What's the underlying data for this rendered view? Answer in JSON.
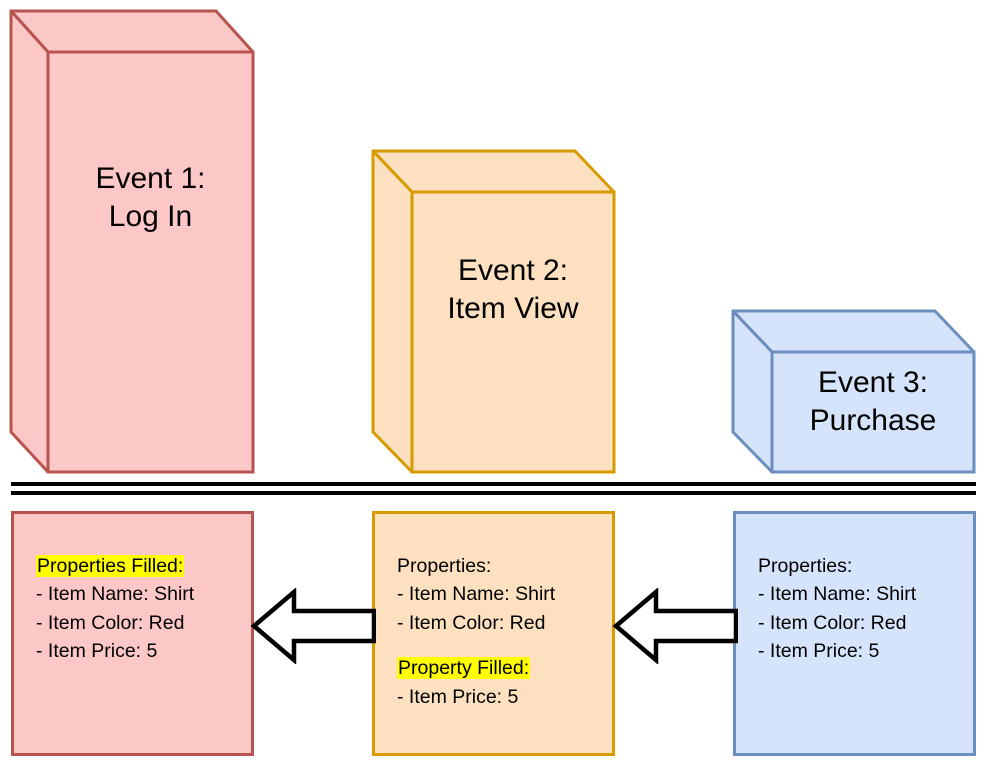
{
  "diagram": {
    "title_colors": {
      "pink_fill": "#fcc7c7",
      "pink_stroke": "#b85450",
      "orange_fill": "#fde0bf",
      "orange_stroke": "#d79b00",
      "blue_fill": "#d5e4fa",
      "blue_stroke": "#6c8ebf",
      "highlight": "#ffff00",
      "line": "#000000"
    },
    "events": [
      {
        "id": "event-1",
        "label": "Event 1:\nLog In",
        "line1": "Event 1:",
        "line2": "Log In",
        "color": "pink"
      },
      {
        "id": "event-2",
        "label": "Event 2:\nItem View",
        "line1": "Event 2:",
        "line2": "Item View",
        "color": "orange"
      },
      {
        "id": "event-3",
        "label": "Event 3:\nPurchase",
        "line1": "Event 3:",
        "line2": "Purchase",
        "color": "blue"
      }
    ],
    "property_panels": [
      {
        "id": "panel-event-1",
        "color": "pink",
        "heading": "Properties Filled:",
        "heading_highlighted": true,
        "items": [
          "- Item Name: Shirt",
          "- Item Color: Red",
          "- Item Price: 5"
        ],
        "second_heading": "",
        "second_heading_highlighted": false,
        "second_items": []
      },
      {
        "id": "panel-event-2",
        "color": "orange",
        "heading": "Properties:",
        "heading_highlighted": false,
        "items": [
          "- Item Name: Shirt",
          "- Item Color: Red"
        ],
        "second_heading": "Property Filled:",
        "second_heading_highlighted": true,
        "second_items": [
          "- Item Price: 5"
        ]
      },
      {
        "id": "panel-event-3",
        "color": "blue",
        "heading": "Properties:",
        "heading_highlighted": false,
        "items": [
          "- Item Name: Shirt",
          "- Item Color: Red",
          "- Item Price: 5"
        ],
        "second_heading": "",
        "second_heading_highlighted": false,
        "second_items": []
      }
    ],
    "arrows": [
      {
        "id": "arrow-3-to-2",
        "direction": "left"
      },
      {
        "id": "arrow-2-to-1",
        "direction": "left"
      }
    ],
    "divider": {
      "lines": 2
    }
  }
}
